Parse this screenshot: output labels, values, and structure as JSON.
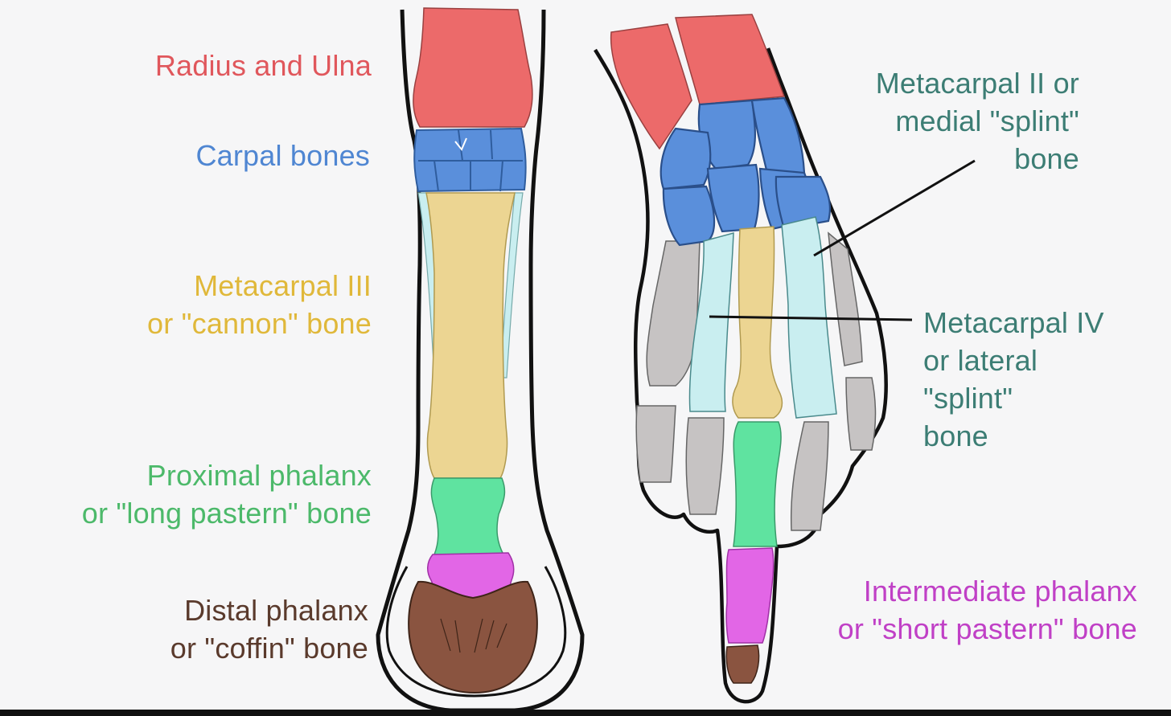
{
  "colors": {
    "radius_ulna": "#ec6a6a",
    "carpal": "#5a8fdb",
    "cannon": "#ecd592",
    "proximal_phalanx": "#5fe3a0",
    "intermediate_phalanx": "#e266e6",
    "distal_phalanx": "#8a5440",
    "splint": "#c9eef0",
    "finger_gray": "#c6c3c3",
    "outline": "#111111",
    "label_teal": "#3c7d74",
    "label_red": "#e0575c",
    "label_blue": "#4f86d2",
    "label_gold": "#e0b83a",
    "label_green": "#4cb96a",
    "label_brown": "#5a3a2c",
    "label_magenta": "#c040c6"
  },
  "labels": {
    "radius_ulna": "Radius and Ulna",
    "carpal": "Carpal bones",
    "metacarpal_iii": "Metacarpal III\nor \"cannon\" bone",
    "proximal_phalanx": "Proximal phalanx\nor \"long pastern\" bone",
    "distal_phalanx": "Distal phalanx\nor \"coffin\" bone",
    "metacarpal_ii": "Metacarpal II or\nmedial \"splint\"\nbone",
    "metacarpal_iv": "Metacarpal IV\nor lateral\n\"splint\"\nbone",
    "intermediate_phalanx": "Intermediate phalanx\nor \"short pastern\" bone"
  }
}
